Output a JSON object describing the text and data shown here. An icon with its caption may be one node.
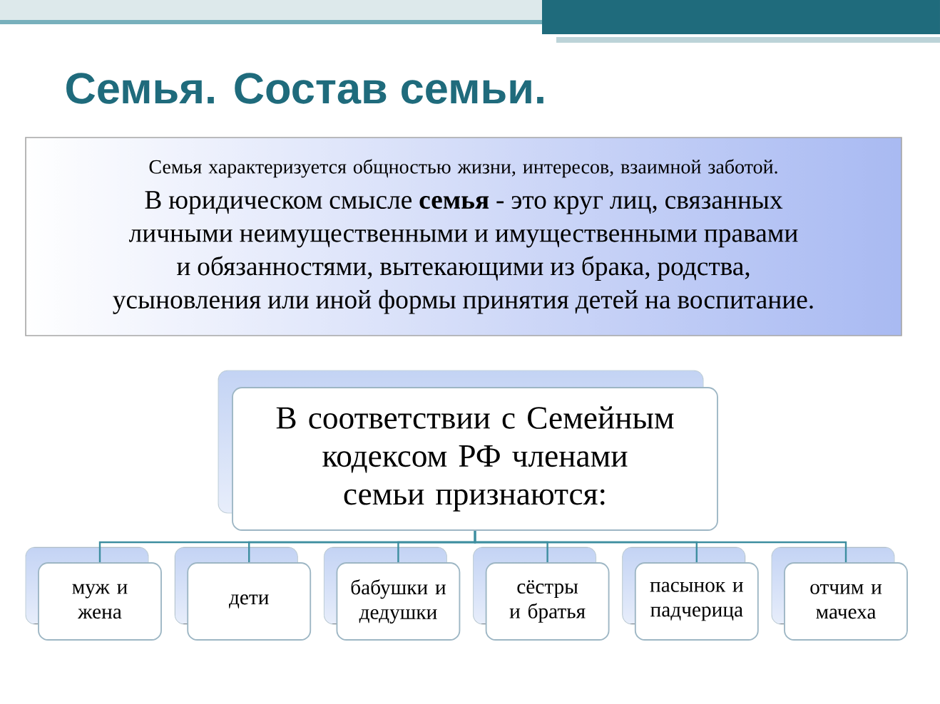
{
  "diagram": {
    "title": "Семья. Состав семьи.",
    "nodes": [
      {
        "text": [
          "Семья характеризуется общностью жизни, интересов, взаимной заботой.",
          "В юридическом смысле **семья** - это круг лиц, связанных личными неимущественными и имущественными правами и обязанностями, вытекающими из брака, родства, усыновления или иной формы принятия детей на воспитание."
        ]
      },
      {
        "text": [
          "В соответствии с Семейным кодексом РФ членами семьи признаются:"
        ]
      },
      {
        "text": [
          "муж и жена"
        ]
      },
      {
        "text": [
          "дети"
        ]
      },
      {
        "text": [
          "бабушки и дедушки"
        ]
      },
      {
        "text": [
          "сёстры и братья"
        ]
      },
      {
        "text": [
          "пасынок и падчерица"
        ]
      },
      {
        "text": [
          "отчим и мачеха"
        ]
      }
    ],
    "edges": [
      {
        "from": 1,
        "to": 2,
        "arrow": "none"
      },
      {
        "from": 1,
        "to": 3,
        "arrow": "none"
      },
      {
        "from": 1,
        "to": 4,
        "arrow": "none"
      },
      {
        "from": 1,
        "to": 5,
        "arrow": "none"
      },
      {
        "from": 1,
        "to": 6,
        "arrow": "none"
      },
      {
        "from": 1,
        "to": 7,
        "arrow": "none"
      }
    ]
  }
}
